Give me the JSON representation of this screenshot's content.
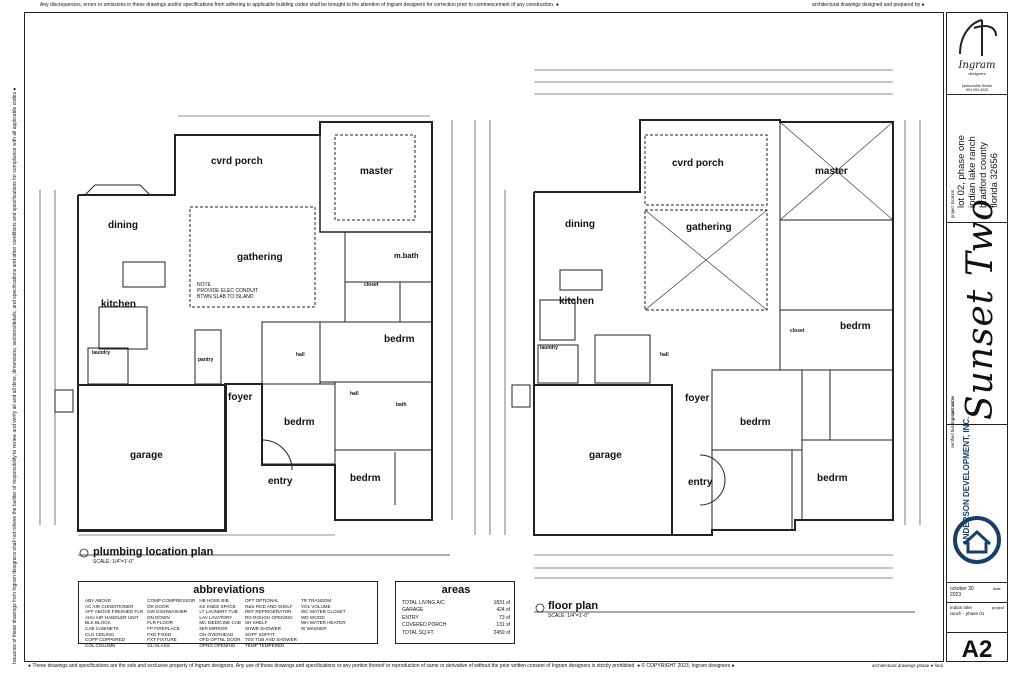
{
  "notes": {
    "top": "Any discrepancies, errors or omissions in these drawings and/or specifications from adhering to applicable building codes shall be brought to the attention of Ingram designers for correction prior to commencement of any construction. ●",
    "top_right": "architectural drawings designed and prepared by ●",
    "bottom": "● These drawings and specifications are the sole and exclusive property of Ingram designers. Any use of these drawings and specifications or any portion thereof or reproduction of same or derivative of without the prior written consent of Ingram designers is strictly prohibited. ● © COPYRIGHT 2023, Ingram designers ●",
    "bottom_right": "architectural drawings phase ● final",
    "side": "Issuance of these drawings from Ingram designers shall not relieve the builder of responsibility to review and verify all and all dims, dimensions, sections/details, and specifications and other conditions and specifications for compliance with all applicable codes ●"
  },
  "plumbing_plan": {
    "title": "plumbing location plan",
    "scale": "SCALE: 1/4\"=1'-0\"",
    "rooms": {
      "cvrd_porch": "cvrd porch",
      "master": "master",
      "dining": "dining",
      "gathering": "gathering",
      "kitchen": "kitchen",
      "m_bath": "m.bath",
      "closet": "closet",
      "bedrm_1": "bedrm",
      "bedrm_2": "bedrm",
      "bedrm_3": "bedrm",
      "foyer": "foyer",
      "garage": "garage",
      "entry": "entry",
      "laundry": "laundry",
      "hall_1": "hall",
      "hall_2": "hall",
      "bath": "bath",
      "pantry": "pantry"
    },
    "note": "NOTE\nPROVIDE ELEC CONDUIT\nBTWN SLAB TO ISLAND"
  },
  "floor_plan": {
    "title": "floor plan",
    "scale": "SCALE: 1/4\"=1'-0\"",
    "rooms": {
      "cvrd_porch": "cvrd porch",
      "master": "master",
      "dining": "dining",
      "gathering": "gathering",
      "kitchen": "kitchen",
      "bedrm_1": "bedrm",
      "bedrm_2": "bedrm",
      "bedrm_3": "bedrm",
      "foyer": "foyer",
      "garage": "garage",
      "entry": "entry",
      "laundry": "laundry",
      "closet": "closet",
      "hall": "hall"
    }
  },
  "abbreviations": {
    "title": "abbreviations",
    "columns": [
      [
        "ABV  ABOVE",
        "AC  AIR CONDITIONER",
        "AFF  ABOVE FINISHED FLR",
        "AHU  AIR HANDLER UNIT",
        "BLK  BLOCK",
        "CAB  CABINETS",
        "CLG  CEILING",
        "COPP  COPPERED",
        "COL  COLUMN"
      ],
      [
        "COMP  COMPRESSOR",
        "DR  DOOR",
        "DW  DISHWASHER",
        "DN  DOWN",
        "FLR  FLOOR",
        "FP  FIREPLACE",
        "FXD  FIXED",
        "FXT  FIXTURE",
        "GL  GLASS"
      ],
      [
        "HB  HOSE BIB",
        "KS  KNEE SPACE",
        "LT  LAUNDRY TUB",
        "LAV  LAVATORY",
        "MC  MEDICINE CAB",
        "MIR  MIRROR",
        "OH  OVERHEAD",
        "OFD  OPTNL DOOR",
        "OPNG  OPENING"
      ],
      [
        "OPT  OPTIONAL",
        "R&S  ROD AND SHELF",
        "REF  REFRIGERATOR",
        "RO  ROUGH OPENING",
        "SH  SHELF",
        "SHWR  SHOWER",
        "SOFF  SOFFIT",
        "TSS  TUB AND SHOWER",
        "TEMP  TEMPERED"
      ],
      [
        "TR  TRANSOM",
        "VOL  VOLUME",
        "WC  WATER CLOSET",
        "WD  WOOD",
        "WH  WATER HEATER",
        "W  WASHER",
        "",
        "",
        ""
      ]
    ]
  },
  "areas": {
    "title": "areas",
    "rows": [
      {
        "label": "TOTAL LIVING A/C",
        "value": "1831 sf"
      },
      {
        "label": "GARAGE",
        "value": "424 sf"
      },
      {
        "label": "ENTRY",
        "value": "73 sf"
      },
      {
        "label": "COVERED PORCH",
        "value": "131 sf"
      },
      {
        "label": "TOTAL SQ.FT.",
        "value": "2459 sf"
      }
    ]
  },
  "title_block": {
    "firm_name": "Ingram",
    "firm_sub": "designers",
    "contact": "jacksonville florida\n904 994 4025",
    "project_location": "lot 02, phase one\nindian lake ranch\nbradford county\nflorida 32656",
    "project_location_label": "project location",
    "project_name": "Sunset Two",
    "project_name_label": "project name",
    "contractor_label": "certified building contractor",
    "company": "ANDERSON DEVELOPMENT, INC.",
    "date": "october 30\n2023",
    "date_label": "date",
    "project_label": "indian lake\nranch - phase 01",
    "project_tag": "project",
    "sheet": "A2"
  },
  "colors": {
    "line": "#222222",
    "company_blue": "#1a3f66"
  }
}
